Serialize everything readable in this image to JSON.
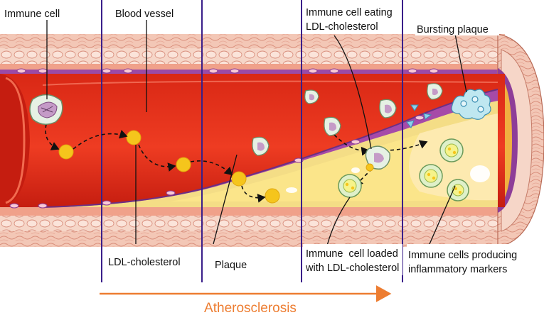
{
  "labels": {
    "immune_cell": "Immune cell",
    "blood_vessel": "Blood vessel",
    "eating_line1": "Immune cell eating",
    "eating_line2": "LDL-cholesterol",
    "bursting": "Bursting plaque",
    "ldl": "LDL-cholesterol",
    "plaque": "Plaque",
    "loaded_line1": "Immune  cell loaded",
    "loaded_line2": "with LDL-cholesterol",
    "producing_line1": "Immune cells producing",
    "producing_line2": "inflammatory markers"
  },
  "process": {
    "title": "Atherosclerosis"
  },
  "colors": {
    "accent": "#ed7d31",
    "stage_divider": "#3a1f8a",
    "blood": "#e8331f",
    "plaque": "#fbe58a",
    "wall": "#f3c5b2",
    "intima": "#a64aa8",
    "ldl": "#f5c51c"
  }
}
